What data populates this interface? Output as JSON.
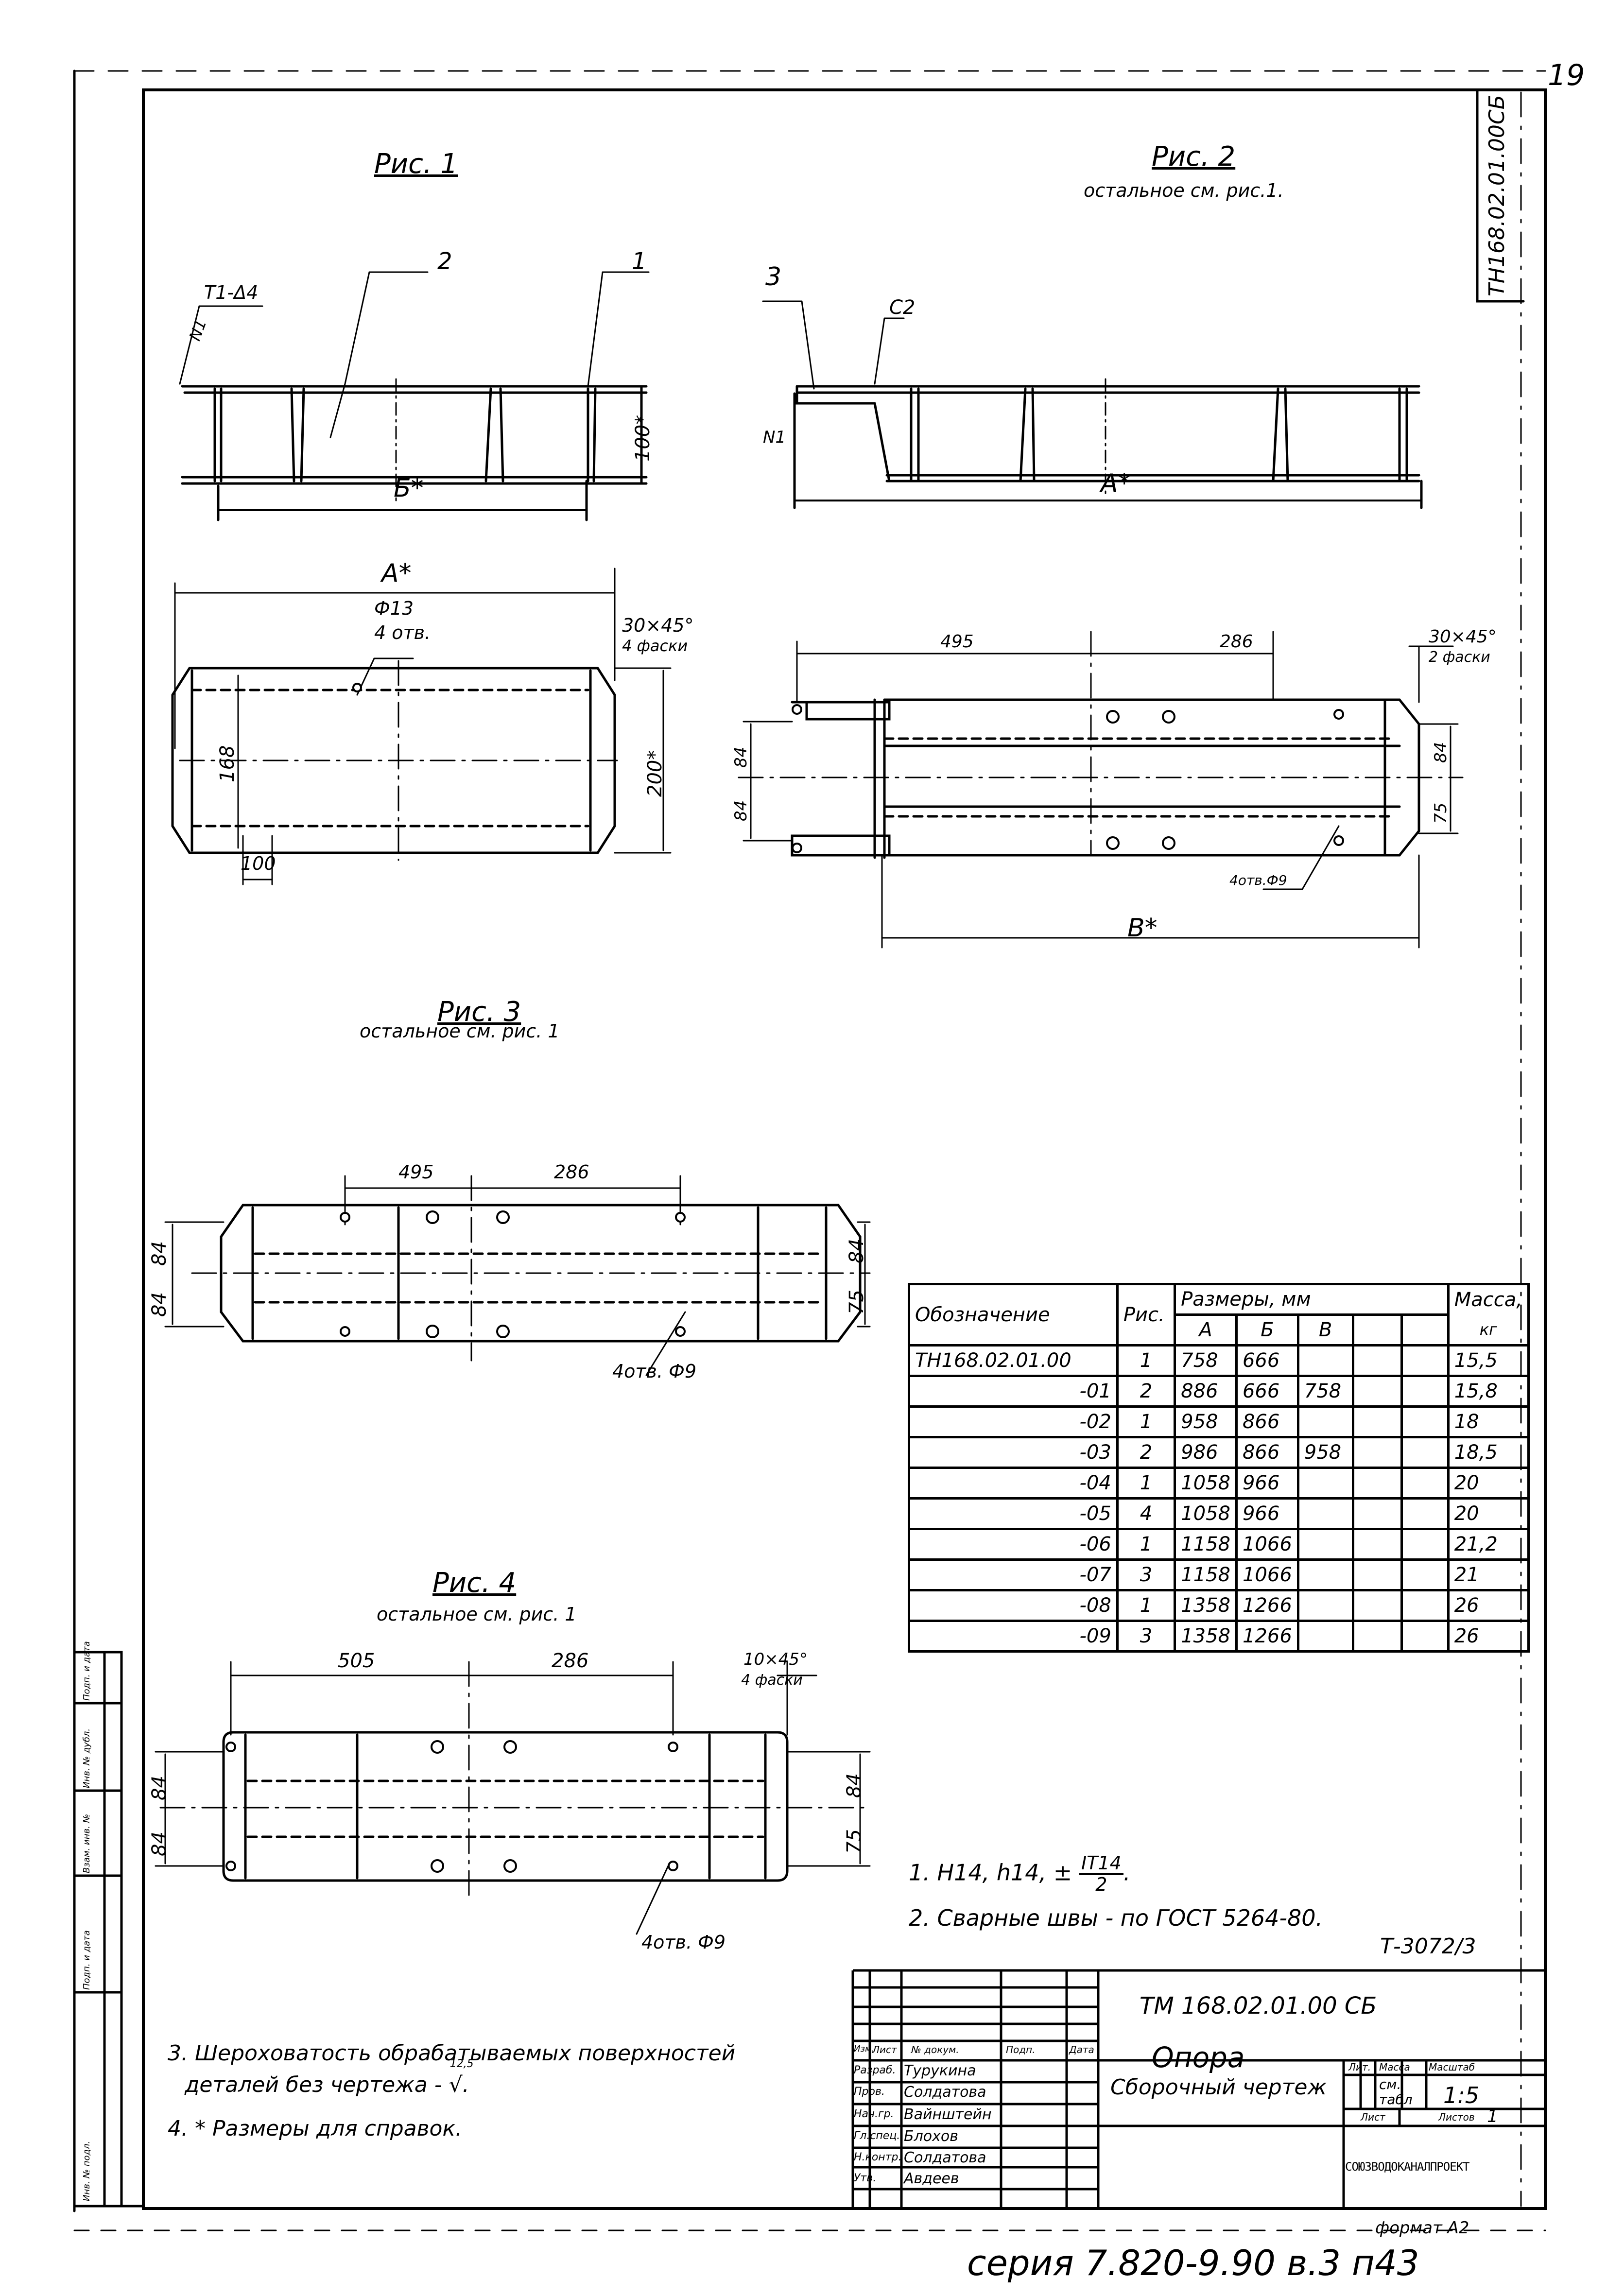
{
  "sheet": {
    "page_number": "19",
    "rotated_code": "ТН168.02.01.00СБ",
    "format": "формат А2",
    "series_note": "серия 7.820-9.90 в.3 п43",
    "archive_number": "Т-3072/3"
  },
  "side_stamp": {
    "cells": [
      "Подп. и дата",
      "Инв. № дубл.",
      "Взам. инв. №",
      "Подп. и дата",
      "Инв. № подл."
    ]
  },
  "figures": {
    "fig1": {
      "title": "Рис. 1",
      "callouts": [
        "2",
        "1",
        "Т1-Δ4",
        "N1"
      ],
      "dims": {
        "length": "Б*",
        "height": "100*"
      },
      "plan": {
        "length": "А*",
        "hole": "Ф13",
        "hole_count": "4 отв.",
        "chamfer": "30×45°",
        "chamfer_count": "4 фаски",
        "inner": "168",
        "width": "200*",
        "pitch": "100"
      }
    },
    "fig2": {
      "title": "Рис. 2",
      "subtitle": "остальное см. рис.1.",
      "callouts": [
        "3",
        "С2",
        "N1"
      ],
      "dims": {
        "length": "А*"
      },
      "plan": {
        "d1": "495",
        "d2": "286",
        "chamfer": "30×45°",
        "chamfer_count": "2 фаски",
        "left_top": "84",
        "left_bottom": "84",
        "right_top": "84",
        "right_bottom": "75",
        "holes": "4отв.Ф9",
        "length": "В*"
      }
    },
    "fig3": {
      "title": "Рис. 3",
      "subtitle": "остальное см. рис. 1",
      "d1": "495",
      "d2": "286",
      "left_top": "84",
      "left_bottom": "84",
      "right_top": "84",
      "right_bottom": "75",
      "holes": "4отв. Ф9"
    },
    "fig4": {
      "title": "Рис. 4",
      "subtitle": "остальное см. рис. 1",
      "d1": "505",
      "d2": "286",
      "chamfer": "10×45°",
      "chamfer_count": "4 фаски",
      "left_top": "84",
      "left_bottom": "84",
      "right_top": "84",
      "right_bottom": "75",
      "holes": "4отв. Ф9"
    }
  },
  "variants_table": {
    "headers": {
      "designation": "Обозначение",
      "fig": "Рис.",
      "dims": "Размеры, мм",
      "a": "А",
      "b": "Б",
      "v": "В",
      "mass": "Масса,",
      "mass_unit": "кг"
    },
    "rows": [
      {
        "designation": "ТН168.02.01.00",
        "fig": "1",
        "a": "758",
        "b": "666",
        "v": "",
        "mass": "15,5"
      },
      {
        "designation": "-01",
        "fig": "2",
        "a": "886",
        "b": "666",
        "v": "758",
        "mass": "15,8"
      },
      {
        "designation": "-02",
        "fig": "1",
        "a": "958",
        "b": "866",
        "v": "",
        "mass": "18"
      },
      {
        "designation": "-03",
        "fig": "2",
        "a": "986",
        "b": "866",
        "v": "958",
        "mass": "18,5"
      },
      {
        "designation": "-04",
        "fig": "1",
        "a": "1058",
        "b": "966",
        "v": "",
        "mass": "20"
      },
      {
        "designation": "-05",
        "fig": "4",
        "a": "1058",
        "b": "966",
        "v": "",
        "mass": "20"
      },
      {
        "designation": "-06",
        "fig": "1",
        "a": "1158",
        "b": "1066",
        "v": "",
        "mass": "21,2"
      },
      {
        "designation": "-07",
        "fig": "3",
        "a": "1158",
        "b": "1066",
        "v": "",
        "mass": "21"
      },
      {
        "designation": "-08",
        "fig": "1",
        "a": "1358",
        "b": "1266",
        "v": "",
        "mass": "26"
      },
      {
        "designation": "-09",
        "fig": "3",
        "a": "1358",
        "b": "1266",
        "v": "",
        "mass": "26"
      }
    ]
  },
  "notes": {
    "n1_prefix": "1. Н14, h14, ±",
    "n1_num": "IT14",
    "n1_den": "2",
    "n2": "2. Сварные швы - по ГОСТ 5264-80.",
    "n3_line1": "3. Шероховатость обрабатываемых поверхностей",
    "n3_line2": "деталей без чертежа -",
    "n3_roughness": "12,5",
    "n4": "4. * Размеры для справок."
  },
  "title_block": {
    "doc_code": "ТМ 168.02.01.00 СБ",
    "name": "Опора",
    "doc_type": "Сборочный чертеж",
    "col_headers": [
      "Изм.",
      "Лист",
      "№ докум.",
      "Подп.",
      "Дата"
    ],
    "people": [
      {
        "role": "Разраб.",
        "name": "Турукина"
      },
      {
        "role": "Пров.",
        "name": "Солдатова"
      },
      {
        "role": "Нач.гр.",
        "name": "Вайнштейн"
      },
      {
        "role": "Гл.спец.",
        "name": "Блохов"
      },
      {
        "role": "Н.контр.",
        "name": "Солдатова"
      },
      {
        "role": "Утв.",
        "name": "Авдеев"
      }
    ],
    "lit_label": "Лит.",
    "mass_label": "Масса",
    "scale_label": "Масштаб",
    "mass_value": "см. табл",
    "scale_value": "1:5",
    "sheet_label": "Лист",
    "sheets_label": "Листов",
    "sheets_value": "1",
    "organization": "СОЮЗВОДОКАНАЛПРОЕКТ"
  }
}
